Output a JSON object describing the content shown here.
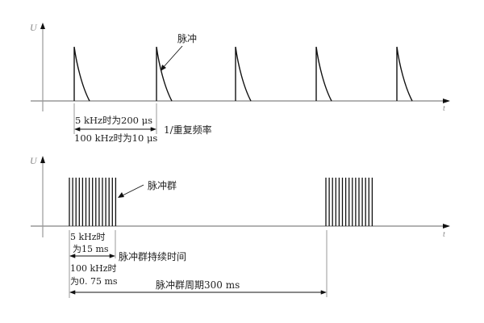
{
  "top_diagram": {
    "y_axis_label": "U",
    "x_axis_label": "t",
    "pulse_label": "脉冲",
    "interval_label_5khz": "5 kHz时为200 μs",
    "interval_label_100khz": "100 kHz时为10 μs",
    "interval_name": "1/重复频率",
    "pulse_x_positions": [
      92,
      194,
      292,
      392,
      492
    ]
  },
  "bottom_diagram": {
    "y_axis_label": "U",
    "x_axis_label": "t",
    "burst_label": "脉冲群",
    "duration_label_5khz_line1": "5 kHz时",
    "duration_label_5khz_line2": "为15 ms",
    "duration_name": "脉冲群持续时间",
    "duration_label_100khz_line1": "100 kHz时",
    "duration_label_100khz_line2": "为0. 75 ms",
    "period_label": "脉冲群周期300 ms",
    "burst_start_x_positions": [
      86,
      404
    ],
    "bars_per_burst": 15
  },
  "colors": {
    "axis": "#999999",
    "waveform": "#111111",
    "text": "#222222"
  }
}
